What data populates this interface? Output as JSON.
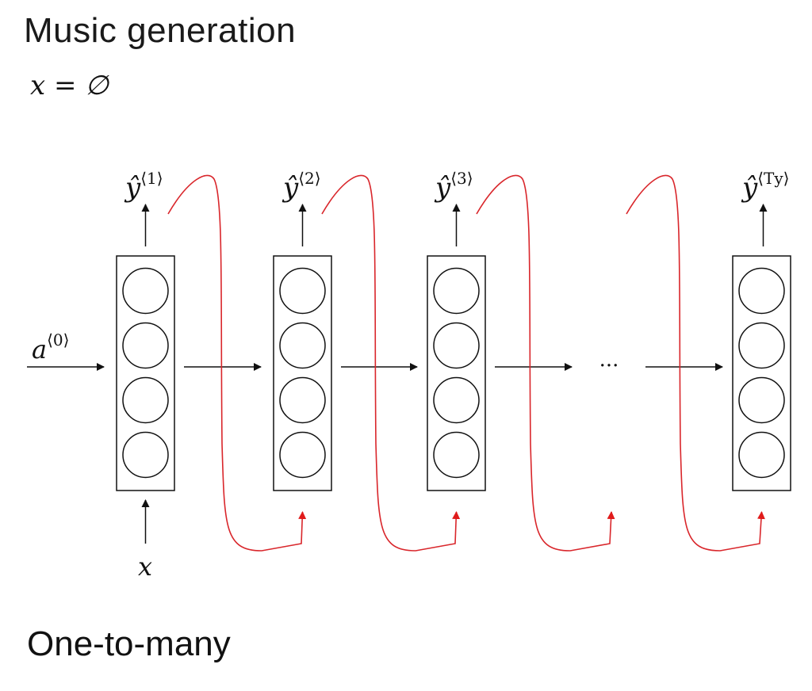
{
  "title": "Music generation",
  "subtitle": "x = ∅",
  "bottom_label": "One-to-many",
  "input": {
    "initial_activation": "a",
    "initial_activation_sup": "⟨0⟩",
    "input_label": "x"
  },
  "outputs": [
    {
      "base": "ŷ",
      "sup": "⟨1⟩"
    },
    {
      "base": "ŷ",
      "sup": "⟨2⟩"
    },
    {
      "base": "ŷ",
      "sup": "⟨3⟩"
    },
    {
      "base": "ŷ",
      "sup": "⟨Ty⟩"
    }
  ],
  "ellipsis": "···",
  "colors": {
    "feedback_line": "#d9262b",
    "stroke": "#111111"
  }
}
